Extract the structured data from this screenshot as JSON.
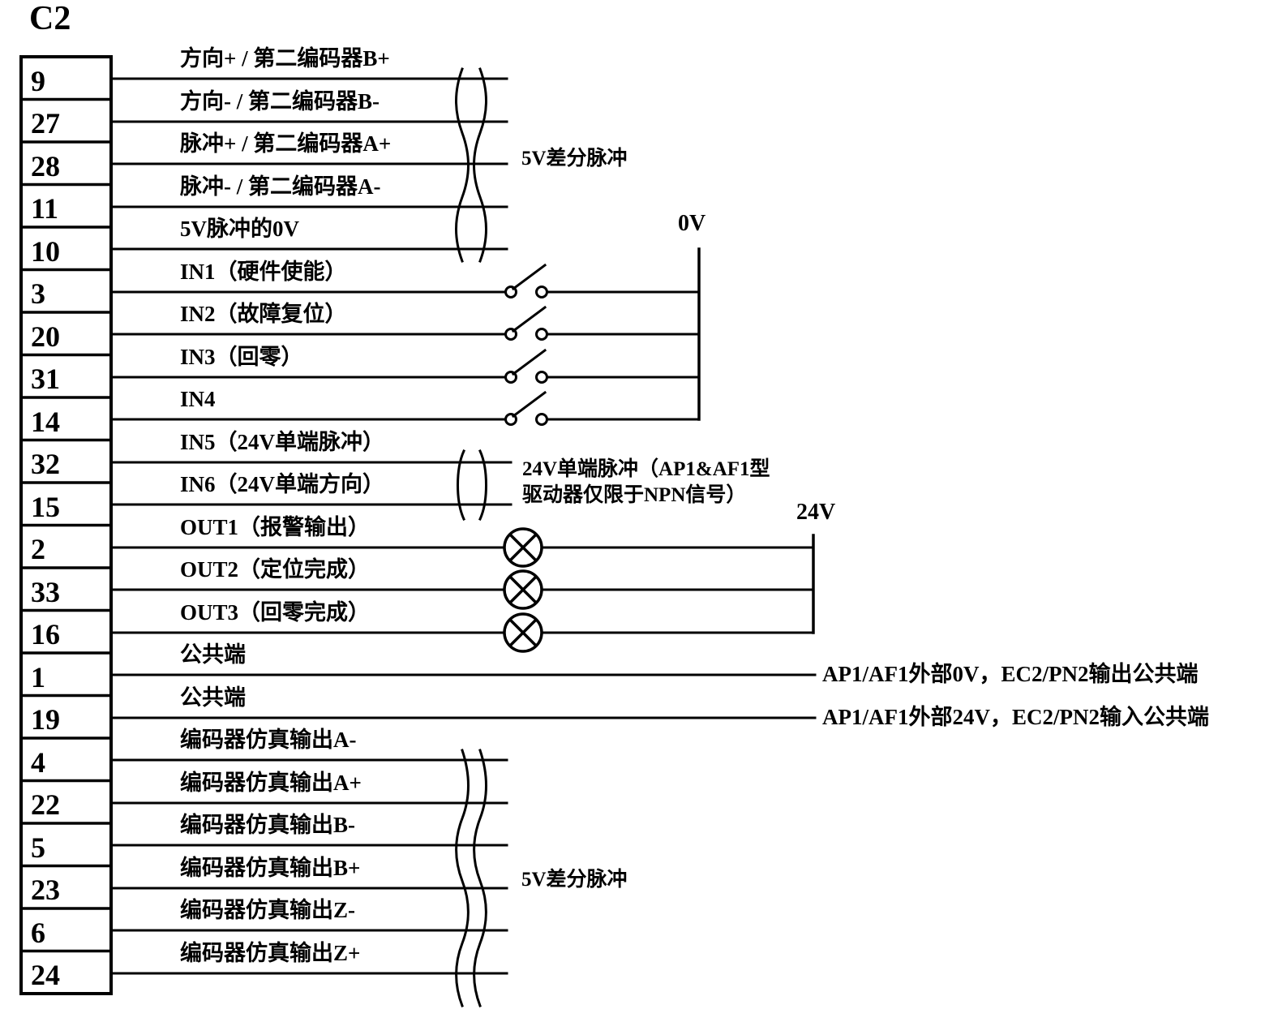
{
  "diagram": {
    "title": "C2",
    "type": "terminal-wiring-diagram",
    "terminal_block": {
      "pins": [
        {
          "pin": "9",
          "signal": "方向+ / 第二编码器B+"
        },
        {
          "pin": "27",
          "signal": "方向- / 第二编码器B-"
        },
        {
          "pin": "28",
          "signal": "脉冲+ / 第二编码器A+"
        },
        {
          "pin": "11",
          "signal": "脉冲- / 第二编码器A-"
        },
        {
          "pin": "10",
          "signal": "5V脉冲的0V"
        },
        {
          "pin": "3",
          "signal": "IN1（硬件使能）"
        },
        {
          "pin": "20",
          "signal": "IN2（故障复位）"
        },
        {
          "pin": "31",
          "signal": "IN3（回零）"
        },
        {
          "pin": "14",
          "signal": "IN4"
        },
        {
          "pin": "32",
          "signal": "IN5（24V单端脉冲）"
        },
        {
          "pin": "15",
          "signal": "IN6（24V单端方向）"
        },
        {
          "pin": "2",
          "signal": "OUT1（报警输出）"
        },
        {
          "pin": "33",
          "signal": "OUT2（定位完成）"
        },
        {
          "pin": "16",
          "signal": "OUT3（回零完成）"
        },
        {
          "pin": "1",
          "signal": "公共端"
        },
        {
          "pin": "19",
          "signal": "公共端"
        },
        {
          "pin": "4",
          "signal": "编码器仿真输出A-"
        },
        {
          "pin": "22",
          "signal": "编码器仿真输出A+"
        },
        {
          "pin": "5",
          "signal": "编码器仿真输出B-"
        },
        {
          "pin": "23",
          "signal": "编码器仿真输出B+"
        },
        {
          "pin": "6",
          "signal": "编码器仿真输出Z-"
        },
        {
          "pin": "24",
          "signal": "编码器仿真输出Z+"
        }
      ]
    },
    "annotations": {
      "pulse_5v_top": "5V差分脉冲",
      "rail_0v": "0V",
      "pulse_24v_line1": "24V单端脉冲（AP1&AF1型",
      "pulse_24v_line2": "驱动器仅限于NPN信号）",
      "rail_24v": "24V",
      "common_out": "AP1/AF1外部0V，EC2/PN2输出公共端",
      "common_in": "AP1/AF1外部24V，EC2/PN2输入公共端",
      "pulse_5v_bottom": "5V差分脉冲"
    },
    "colors": {
      "line": "#000000",
      "background": "#ffffff"
    }
  }
}
